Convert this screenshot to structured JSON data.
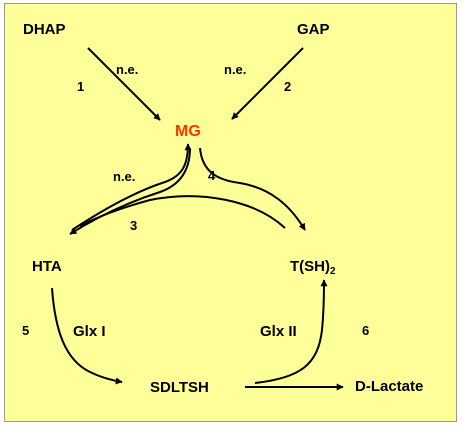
{
  "nodes": {
    "dhap": "DHAP",
    "gap": "GAP",
    "mg": "MG",
    "hta": "HTA",
    "tsh_main": "T(SH)",
    "tsh_sub": "2",
    "sdltsh": "SDLTSH",
    "dlactate": "D-Lactate"
  },
  "labels": {
    "ne1": "n.e.",
    "ne2": "n.e.",
    "ne3": "n.e.",
    "step1": "1",
    "step2": "2",
    "step3": "3",
    "step4": "4",
    "step5": "5",
    "step6": "6",
    "glx1": "Glx I",
    "glx2": "Glx II"
  },
  "colors": {
    "background": "#ffff99",
    "mg": "#ff3300",
    "arrow": "#000000"
  }
}
